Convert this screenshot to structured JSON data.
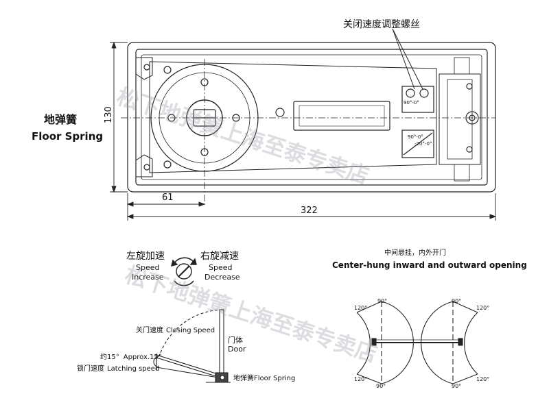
{
  "plan": {
    "adjust_screw_label": "关闭速度调整螺丝",
    "title_cn": "地弹簧",
    "title_en": "Floor Spring",
    "dim_height": "130",
    "dim_offset": "61",
    "dim_length": "322",
    "angle_90": "90°-0°",
    "angle_90_alt": "90°-0°",
    "angle_small": "-20°-0°"
  },
  "speed": {
    "left_cn": "左旋加速",
    "left_en_1": "Speed",
    "left_en_2": "Increase",
    "right_cn": "右旋减速",
    "right_en_1": "Speed",
    "right_en_2": "Decrease"
  },
  "door": {
    "closing_cn": "关门速度",
    "closing_en": "Closing Speed",
    "door_cn": "门体",
    "door_en": "Door",
    "approx_cn": "约15°",
    "approx_en": "Approx.15°",
    "latching_cn": "锁门速度",
    "latching_en": "Latching speed",
    "spring_label": "地弹簧Floor Spring"
  },
  "opening": {
    "title_cn": "中间悬挂，内外开门",
    "title_en": "Center-hung inward and outward opening",
    "a120_tl": "120°",
    "a90_tl": "90°",
    "a90_tr": "90°",
    "a120_tr": "120°",
    "a120_bl": "120°",
    "a90_bl": "90°",
    "a90_br": "90°",
    "a120_br": "120°"
  },
  "watermark": {
    "line1": "松下地弹簧上海至泰专卖店",
    "line2": "松下地弹簧上海至泰专卖店"
  }
}
